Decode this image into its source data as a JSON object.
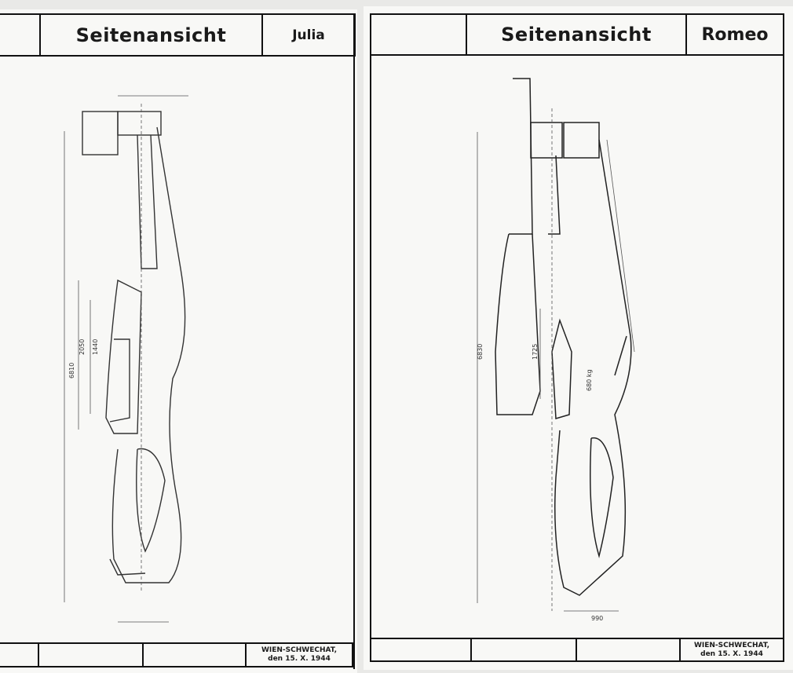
{
  "left_sheet": {
    "title": "Seitenansicht",
    "name": "Julia",
    "stamp_line1": "WIEN-SCHWECHAT,",
    "stamp_line2": "den 15. X. 1944",
    "dimensions": [
      "6810",
      "2050",
      "1440"
    ]
  },
  "right_sheet": {
    "title": "Seitenansicht",
    "name": "Romeo",
    "stamp_line1": "WIEN-SCHWECHAT,",
    "stamp_line2": "den 15. X. 1944",
    "dimensions": [
      "6830",
      "1725",
      "680 kg",
      "990"
    ]
  }
}
